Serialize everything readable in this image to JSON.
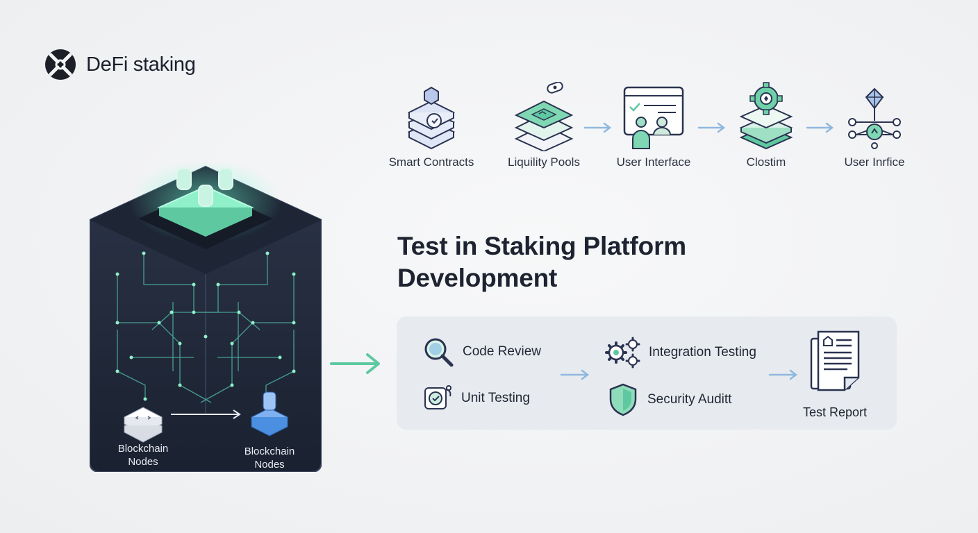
{
  "brand": {
    "name": "DeFi staking",
    "icon": "defi-logo-icon"
  },
  "pipeline": {
    "steps": [
      {
        "label": "Smart Contracts",
        "icon": "smart-contracts-stack-icon"
      },
      {
        "label": "Liquility Pools",
        "icon": "liquidity-pools-layers-icon"
      },
      {
        "label": "User Interface",
        "icon": "user-interface-screen-icon"
      },
      {
        "label": "Clostim",
        "icon": "gear-stack-icon"
      },
      {
        "label": "User Inrfice",
        "icon": "network-nodes-icon"
      }
    ]
  },
  "title": {
    "line1": "Test in Staking Platform",
    "line2": "Development"
  },
  "tests": {
    "code_review": "Code Review",
    "unit_testing": "Unit Testing",
    "integration_testing": "Integration Testing",
    "security_audit": "Security Auditt",
    "report": "Test Report"
  },
  "cube": {
    "node_left": {
      "line1": "Blockchain",
      "line2": "Nodes"
    },
    "node_right": {
      "line1": "Blockchain",
      "line2": "Nodes"
    }
  },
  "colors": {
    "accent_green": "#5ec9a0",
    "arrow_blue": "#8fb8de",
    "dark_panel": "#1f2838",
    "node_blue": "#4a8fe0"
  }
}
